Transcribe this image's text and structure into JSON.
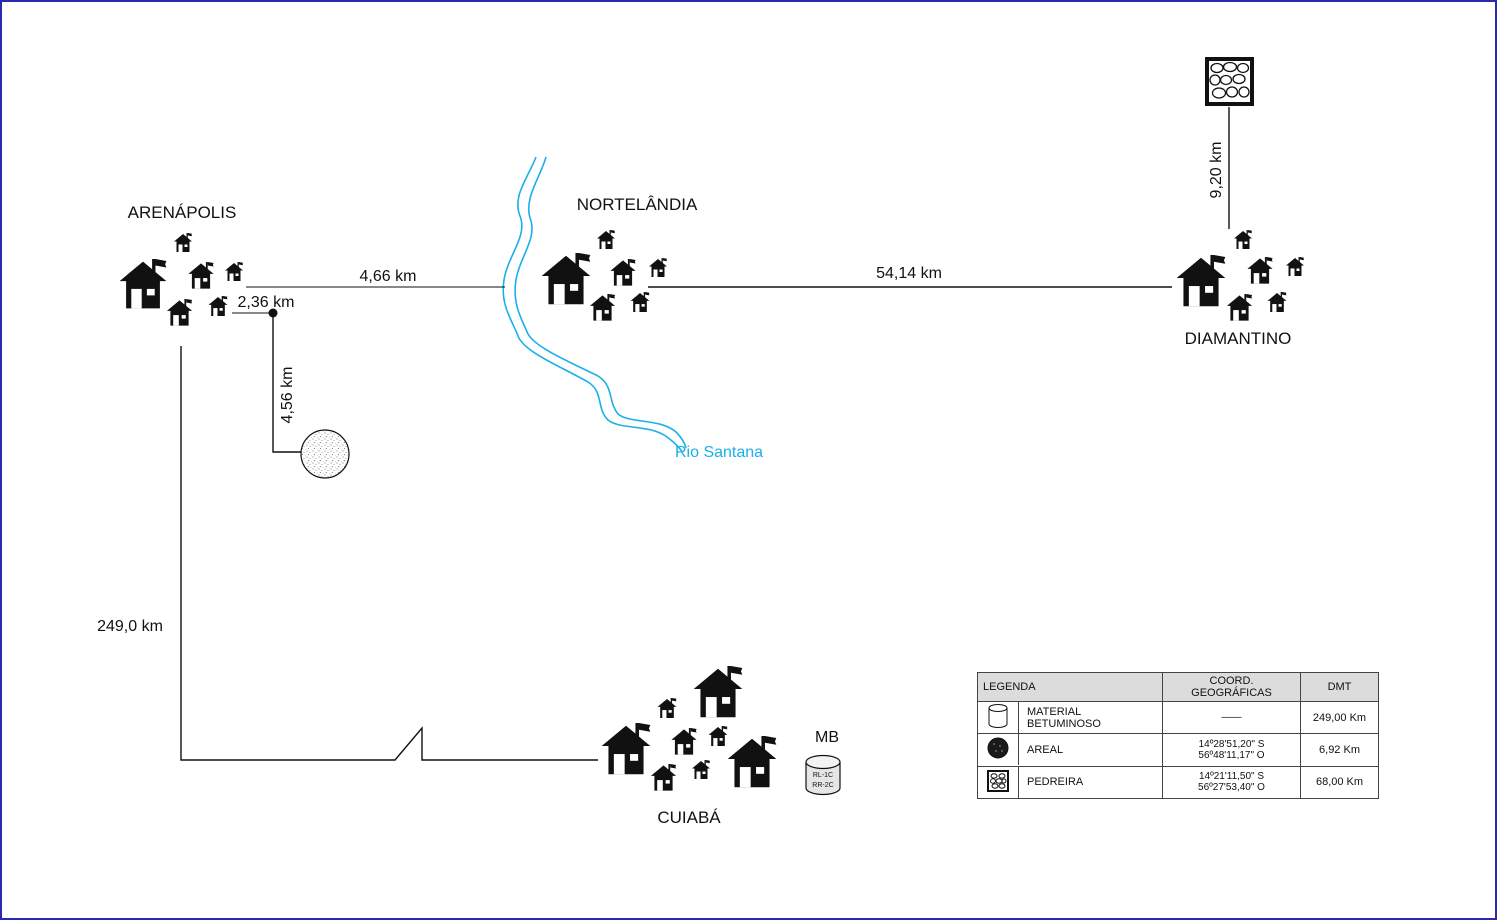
{
  "cities": {
    "arenapolis": "ARENÁPOLIS",
    "nortelandia": "NORTELÂNDIA",
    "diamantino": "DIAMANTINO",
    "cuiaba": "CUIABÁ"
  },
  "distances": {
    "arenapolis_nortelandia": "4,66 km",
    "nortelandia_diamantino": "54,14 km",
    "arenapolis_branch": "2,36 km",
    "branch_areal": "4,56 km",
    "diamantino_pedreira": "9,20 km",
    "arenapolis_cuiaba": "249,0 km"
  },
  "river": {
    "label": "Rio Santana",
    "color": "#1ab0e8"
  },
  "mb": {
    "label": "MB",
    "line1": "RL-1C",
    "line2": "RR-2C"
  },
  "legend": {
    "headers": {
      "legend": "LEGENDA",
      "coords": "COORD. GEOGRÁFICAS",
      "dmt": "DMT"
    },
    "rows": [
      {
        "icon": "cylinder-icon",
        "name": "MATERIAL BETUMINOSO",
        "coord1": "——",
        "coord2": "",
        "dmt": "249,00 Km"
      },
      {
        "icon": "sand-circle-icon",
        "name": "AREAL",
        "coord1": "14º28'51,20\" S",
        "coord2": "56º48'11,17\" O",
        "dmt": "6,92 Km"
      },
      {
        "icon": "stone-square-icon",
        "name": "PEDREIRA",
        "coord1": "14º21'11,50\" S",
        "coord2": "56º27'53,40\" O",
        "dmt": "68,00 Km"
      }
    ]
  },
  "colors": {
    "frame": "#2a2ab0",
    "ink": "#111111",
    "river": "#1ab0e8",
    "legend_header": "#dcdcdc"
  }
}
